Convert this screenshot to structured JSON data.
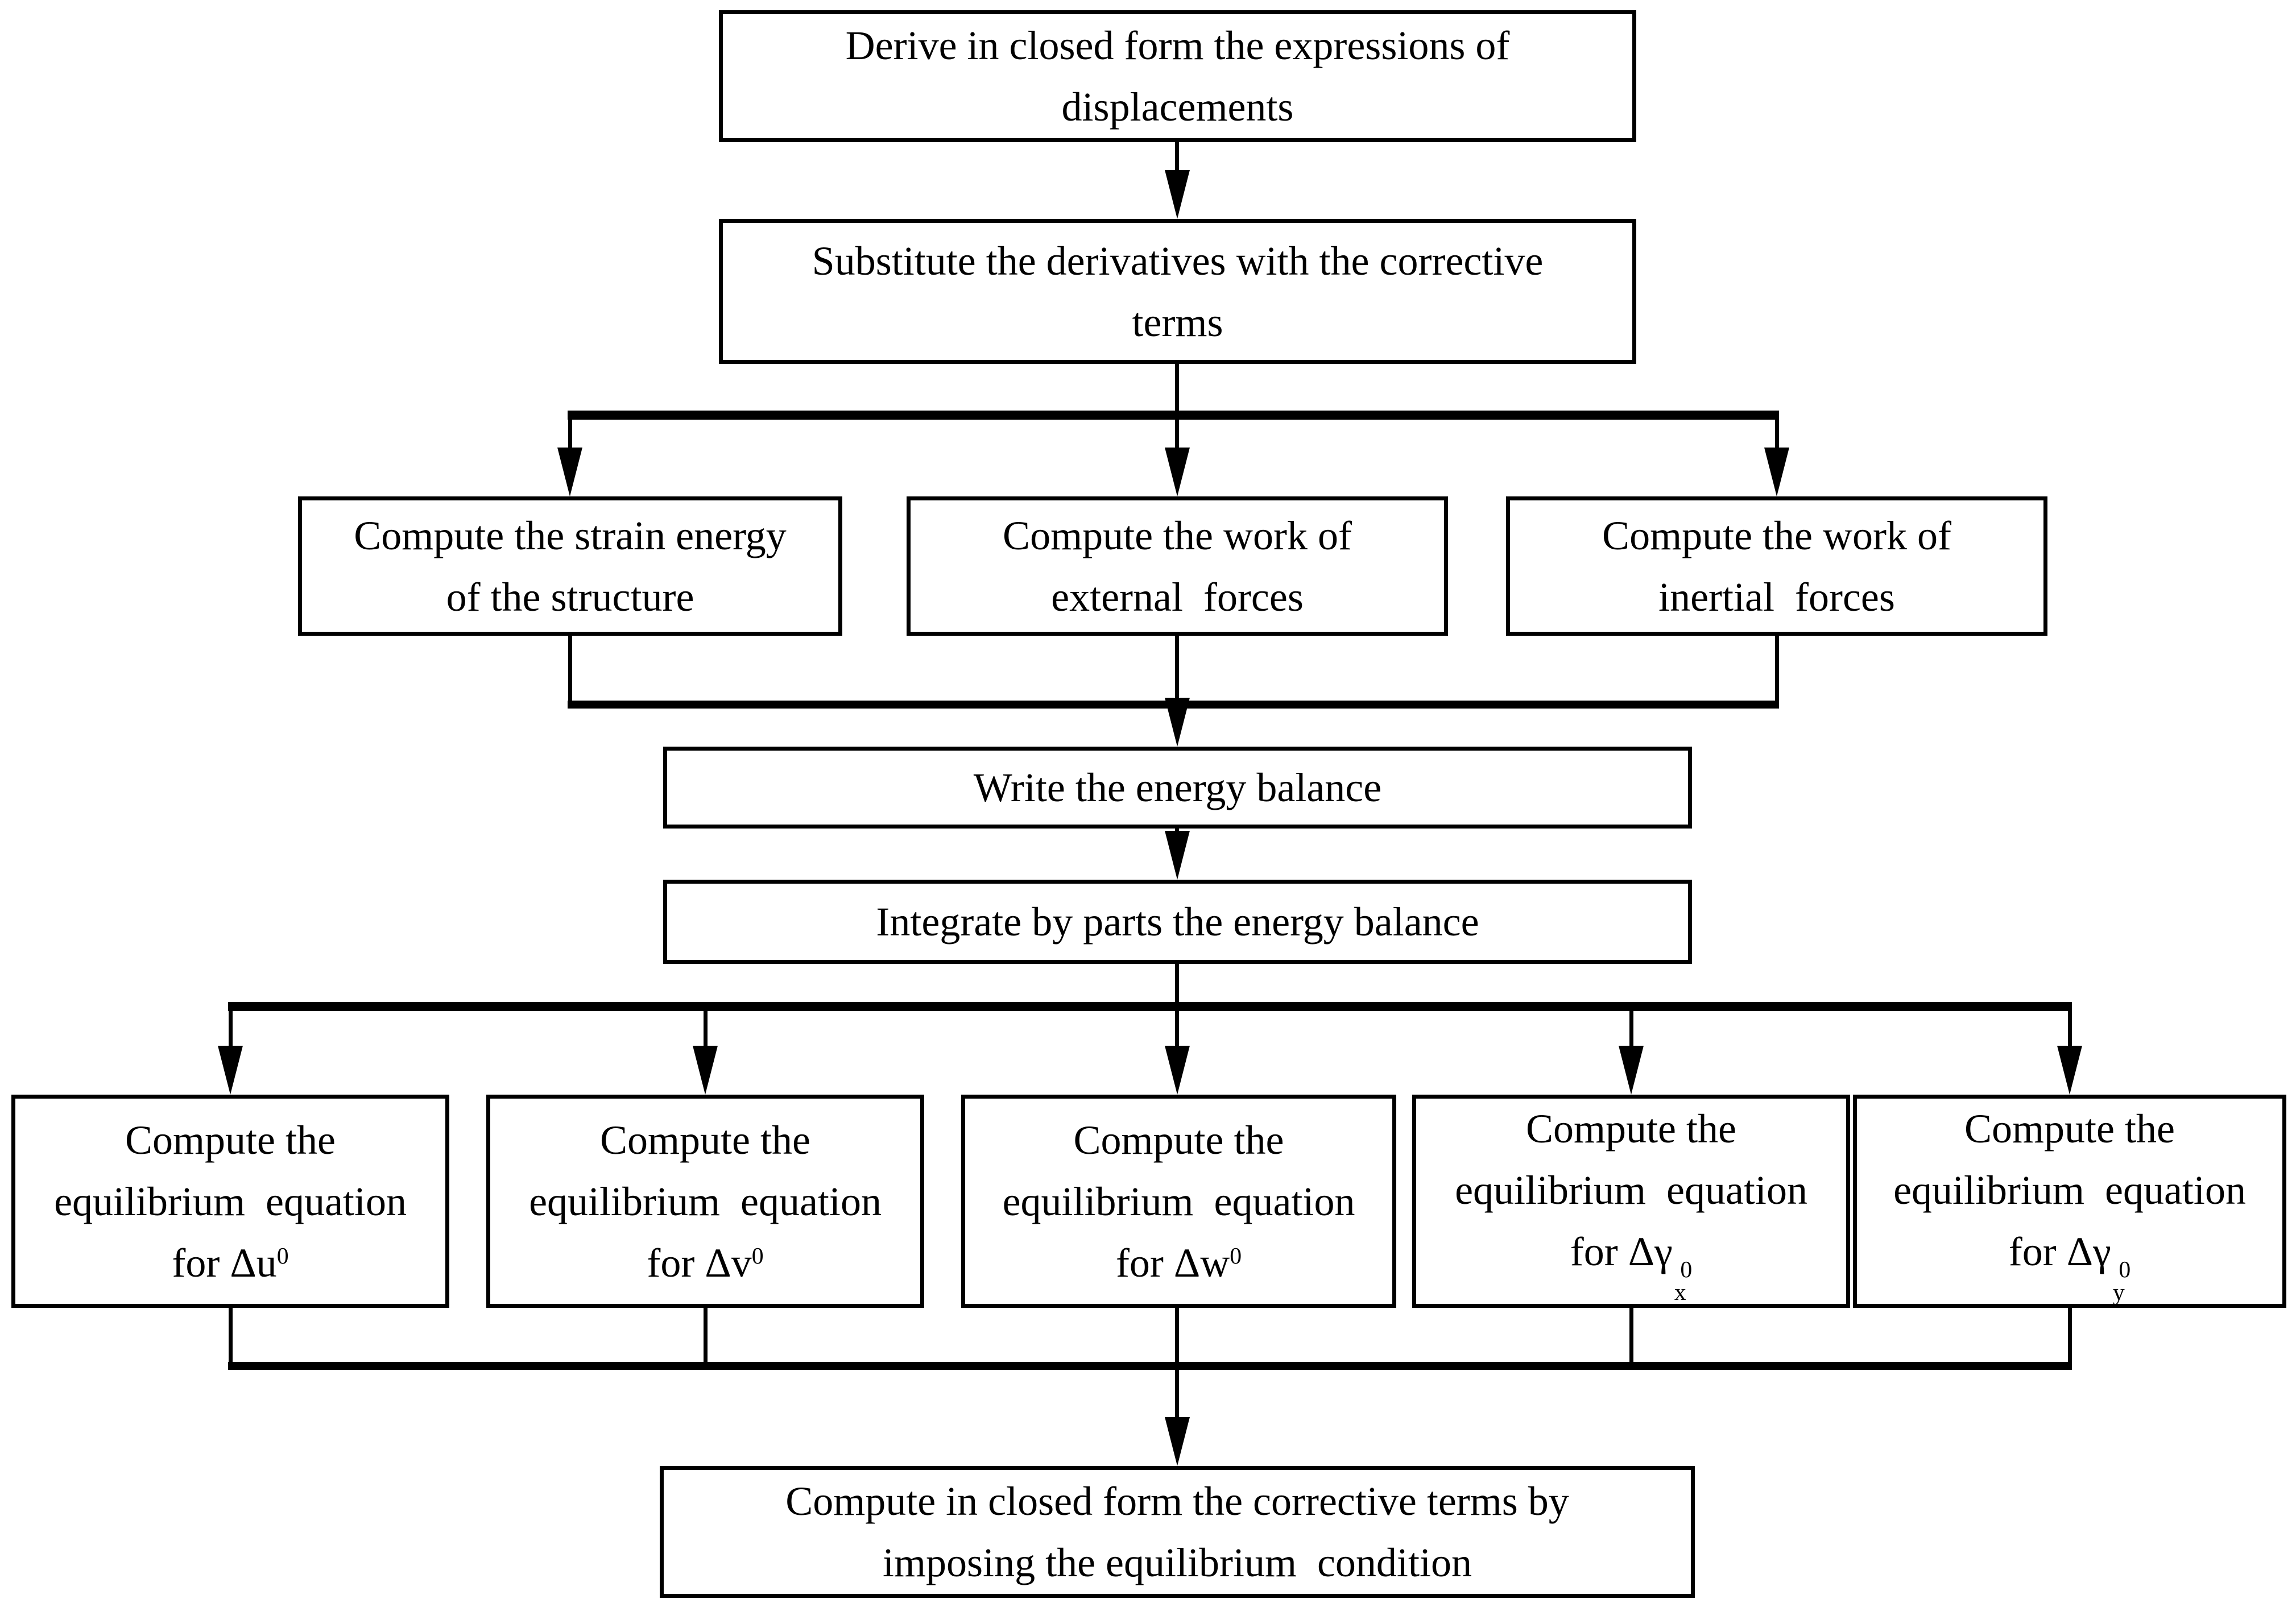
{
  "colors": {
    "ink": "#000000",
    "background": "#ffffff"
  },
  "nodes": {
    "derive": {
      "lines": [
        "Derive in closed form the expressions of",
        "displacements"
      ]
    },
    "substitute": {
      "lines": [
        "Substitute the derivatives with the corrective",
        "terms"
      ]
    },
    "strain_energy": {
      "lines": [
        "Compute the strain energy",
        "of the structure"
      ]
    },
    "external_work": {
      "lines": [
        "Compute the work of",
        "external  forces"
      ]
    },
    "inertial_work": {
      "lines": [
        "Compute the work of",
        "inertial  forces"
      ]
    },
    "energy_balance": {
      "lines": [
        "Write the energy balance"
      ]
    },
    "integrate_parts": {
      "lines": [
        "Integrate by parts the energy balance"
      ]
    },
    "eq_u": {
      "lines": [
        "Compute the",
        "equilibrium  equation"
      ],
      "for_prefix": "for Δu",
      "superscript": "0"
    },
    "eq_v": {
      "lines": [
        "Compute the",
        "equilibrium  equation"
      ],
      "for_prefix": "for Δv",
      "superscript": "0"
    },
    "eq_w": {
      "lines": [
        "Compute the",
        "equilibrium  equation"
      ],
      "for_prefix": "for Δw",
      "superscript": "0"
    },
    "eq_gamma_x": {
      "lines": [
        "Compute the",
        "equilibrium  equation"
      ],
      "for_prefix": "for Δγ",
      "subscript": "x",
      "superscript": "0"
    },
    "eq_gamma_y": {
      "lines": [
        "Compute the",
        "equilibrium  equation"
      ],
      "for_prefix": "for Δγ",
      "subscript": "y",
      "superscript": "0"
    },
    "final": {
      "lines": [
        "Compute in closed form the corrective terms by",
        "imposing the equilibrium  condition"
      ]
    }
  }
}
